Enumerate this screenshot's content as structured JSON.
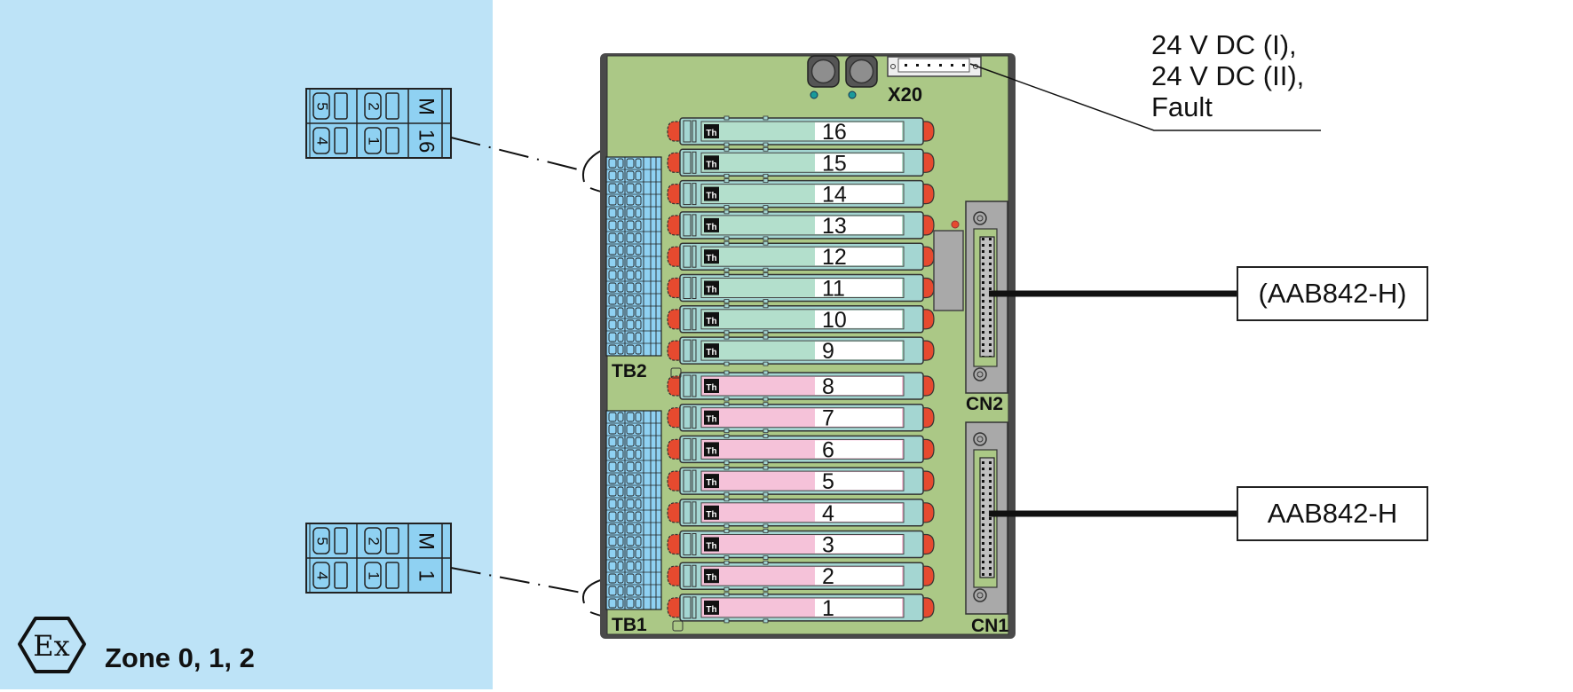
{
  "colors": {
    "hazardous_area": "#bde3f7",
    "board": "#abc886",
    "board_frame": "#4a4a4a",
    "module_body": "#a4d6d2",
    "module_face_upper": "#b3dfcc",
    "module_face_lower": "#f5c2d9",
    "module_cap": "#e64a2f",
    "terminal_blue": "#8fd1f2",
    "connector_gray": "#a9a9a9"
  },
  "hazardous_zone": {
    "icon": "ex-hexagon-icon",
    "icon_text": "Ex",
    "label": "Zone 0, 1, 2"
  },
  "field_terminals": [
    {
      "id": "top",
      "cells": [
        {
          "row": 0,
          "col": 0,
          "text": "5"
        },
        {
          "row": 0,
          "col": 1,
          "text": "2"
        },
        {
          "row": 0,
          "col": 2,
          "text": "M"
        },
        {
          "row": 1,
          "col": 0,
          "text": "4"
        },
        {
          "row": 1,
          "col": 1,
          "text": "1"
        },
        {
          "row": 1,
          "col": 2,
          "text": "16"
        }
      ]
    },
    {
      "id": "bottom",
      "cells": [
        {
          "row": 0,
          "col": 0,
          "text": "5"
        },
        {
          "row": 0,
          "col": 1,
          "text": "2"
        },
        {
          "row": 0,
          "col": 2,
          "text": "M"
        },
        {
          "row": 1,
          "col": 0,
          "text": "4"
        },
        {
          "row": 1,
          "col": 1,
          "text": "1"
        },
        {
          "row": 1,
          "col": 2,
          "text": "1"
        }
      ]
    }
  ],
  "board": {
    "terminal_blocks": [
      {
        "label": "TB2",
        "rows": 16
      },
      {
        "label": "TB1",
        "rows": 16
      }
    ],
    "modules": [
      {
        "slot": "16",
        "face": "upper"
      },
      {
        "slot": "15",
        "face": "upper"
      },
      {
        "slot": "14",
        "face": "upper"
      },
      {
        "slot": "13",
        "face": "upper"
      },
      {
        "slot": "12",
        "face": "upper"
      },
      {
        "slot": "11",
        "face": "upper"
      },
      {
        "slot": "10",
        "face": "upper"
      },
      {
        "slot": "9",
        "face": "upper"
      },
      {
        "slot": "8",
        "face": "lower"
      },
      {
        "slot": "7",
        "face": "lower"
      },
      {
        "slot": "6",
        "face": "lower"
      },
      {
        "slot": "5",
        "face": "lower"
      },
      {
        "slot": "4",
        "face": "lower"
      },
      {
        "slot": "3",
        "face": "lower"
      },
      {
        "slot": "2",
        "face": "lower"
      },
      {
        "slot": "1",
        "face": "lower"
      }
    ],
    "module_logo": "Th",
    "power_connector_label": "X20",
    "connectors": [
      {
        "label": "CN2"
      },
      {
        "label": "CN1"
      }
    ]
  },
  "supply_note": {
    "lines": [
      "24 V DC (I),",
      "24 V DC (II),",
      "Fault"
    ]
  },
  "cable_targets": {
    "cn2": "(AAB842-H)",
    "cn1": "AAB842-H"
  }
}
